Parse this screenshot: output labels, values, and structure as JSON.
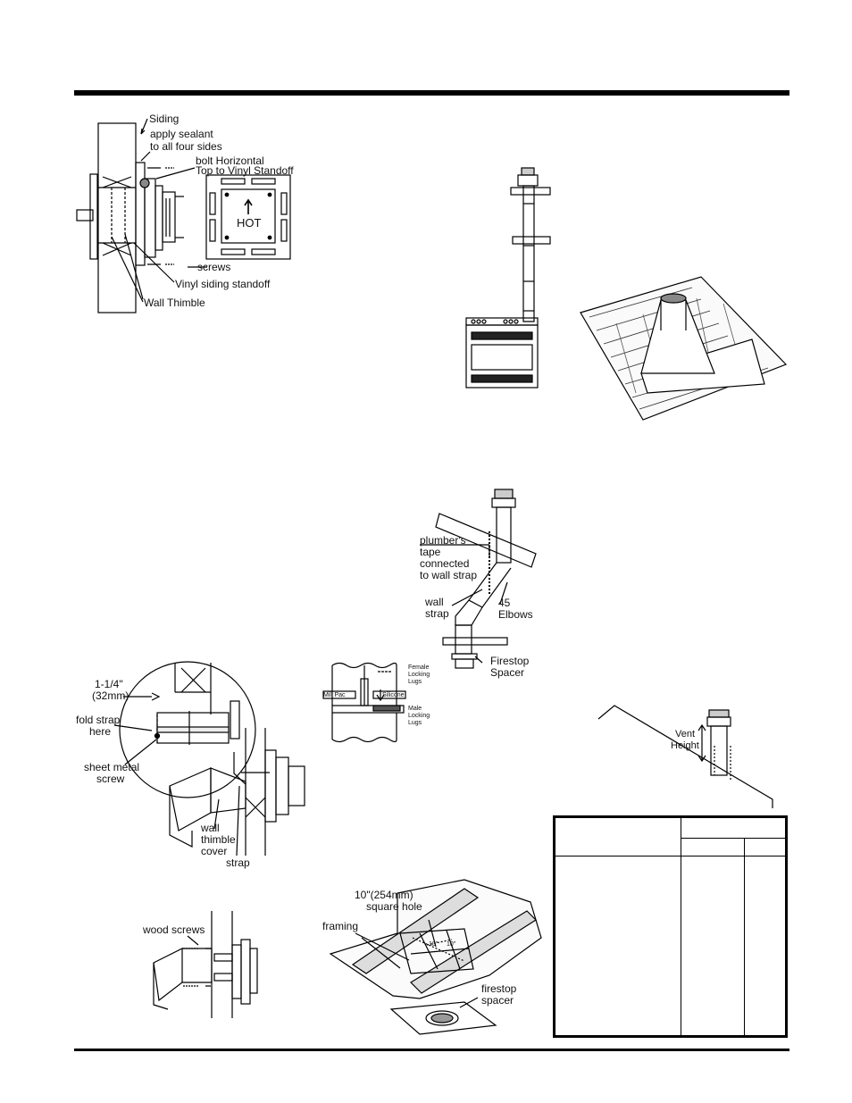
{
  "labels": {
    "siding": "Siding",
    "apply_sealant_1": "apply sealant",
    "apply_sealant_2": "to all four sides",
    "bolt_1": "bolt Horizontal",
    "bolt_2": "Top to Vinyl Standoff",
    "hot": "HOT",
    "screws": "screws",
    "vinyl_standoff": "Vinyl siding standoff",
    "wall_thimble": "Wall Thimble",
    "plumbers_1": "plumber's",
    "plumbers_2": "tape",
    "plumbers_3": "connected",
    "plumbers_4": "to wall strap",
    "wall_strap_1": "wall",
    "wall_strap_2": "strap",
    "elbows_1": "45",
    "elbows_2": "Elbows",
    "firestop_1": "Firestop",
    "firestop_2": "Spacer",
    "female_1": "Female",
    "female_2": "Locking",
    "female_3": "Lugs",
    "millpac": "Mill Pac",
    "silicone": "Silicone",
    "male_1": "Male",
    "male_2": "Locking",
    "male_3": "Lugs",
    "dim_1": "1-1/4\"",
    "dim_2": "(32mm)",
    "fold_1": "fold strap",
    "fold_2": "here",
    "sheet_1": "sheet metal",
    "sheet_2": "screw",
    "thimble_cover_1": "wall",
    "thimble_cover_2": "thimble",
    "thimble_cover_3": "cover",
    "strap": "strap",
    "vent_height_1": "Vent",
    "vent_height_2": "Height",
    "wood_screws": "wood screws",
    "square_hole_1": "10\"(254mm)",
    "square_hole_2": "square hole",
    "framing": "framing",
    "firestop_spacer_1": "firestop",
    "firestop_spacer_2": "spacer",
    "ten_left": "10\"",
    "ten_right": "10\""
  }
}
